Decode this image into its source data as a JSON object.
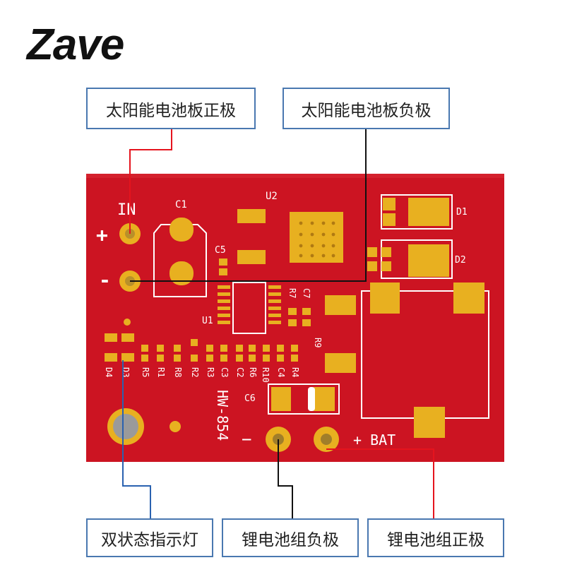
{
  "brand": "Zave",
  "callouts": {
    "solar_positive": "太阳能电池板正极",
    "solar_negative": "太阳能电池板负极",
    "indicator_light": "双状态指示灯",
    "battery_negative": "锂电池组负极",
    "battery_positive": "锂电池组正极"
  },
  "board": {
    "model": "HW-854",
    "in_label": "IN",
    "plus_sign": "+",
    "minus_sign": "-",
    "bat_label": "+ BAT",
    "bat_minus": "−",
    "parts": {
      "c1": "C1",
      "u2": "U2",
      "c5": "C5",
      "u1": "U1",
      "d1": "D1",
      "d2": "D2",
      "r7": "R7",
      "c7": "C7",
      "r9": "R9",
      "c6": "C6",
      "d4": "D4",
      "d3": "D3",
      "r5": "R5",
      "r1": "R1",
      "r8": "R8",
      "r2": "R2",
      "r3": "R3",
      "c3": "C3",
      "c2": "C2",
      "r6": "R6",
      "r10": "R10",
      "c4": "C4",
      "r4": "R4"
    }
  },
  "colors": {
    "pcb": "#cc1422",
    "pad": "#e8b020",
    "callout_border": "#4a78b0",
    "wire_red": "#e5141e",
    "wire_black": "#111111",
    "wire_blue": "#2a62b0"
  }
}
